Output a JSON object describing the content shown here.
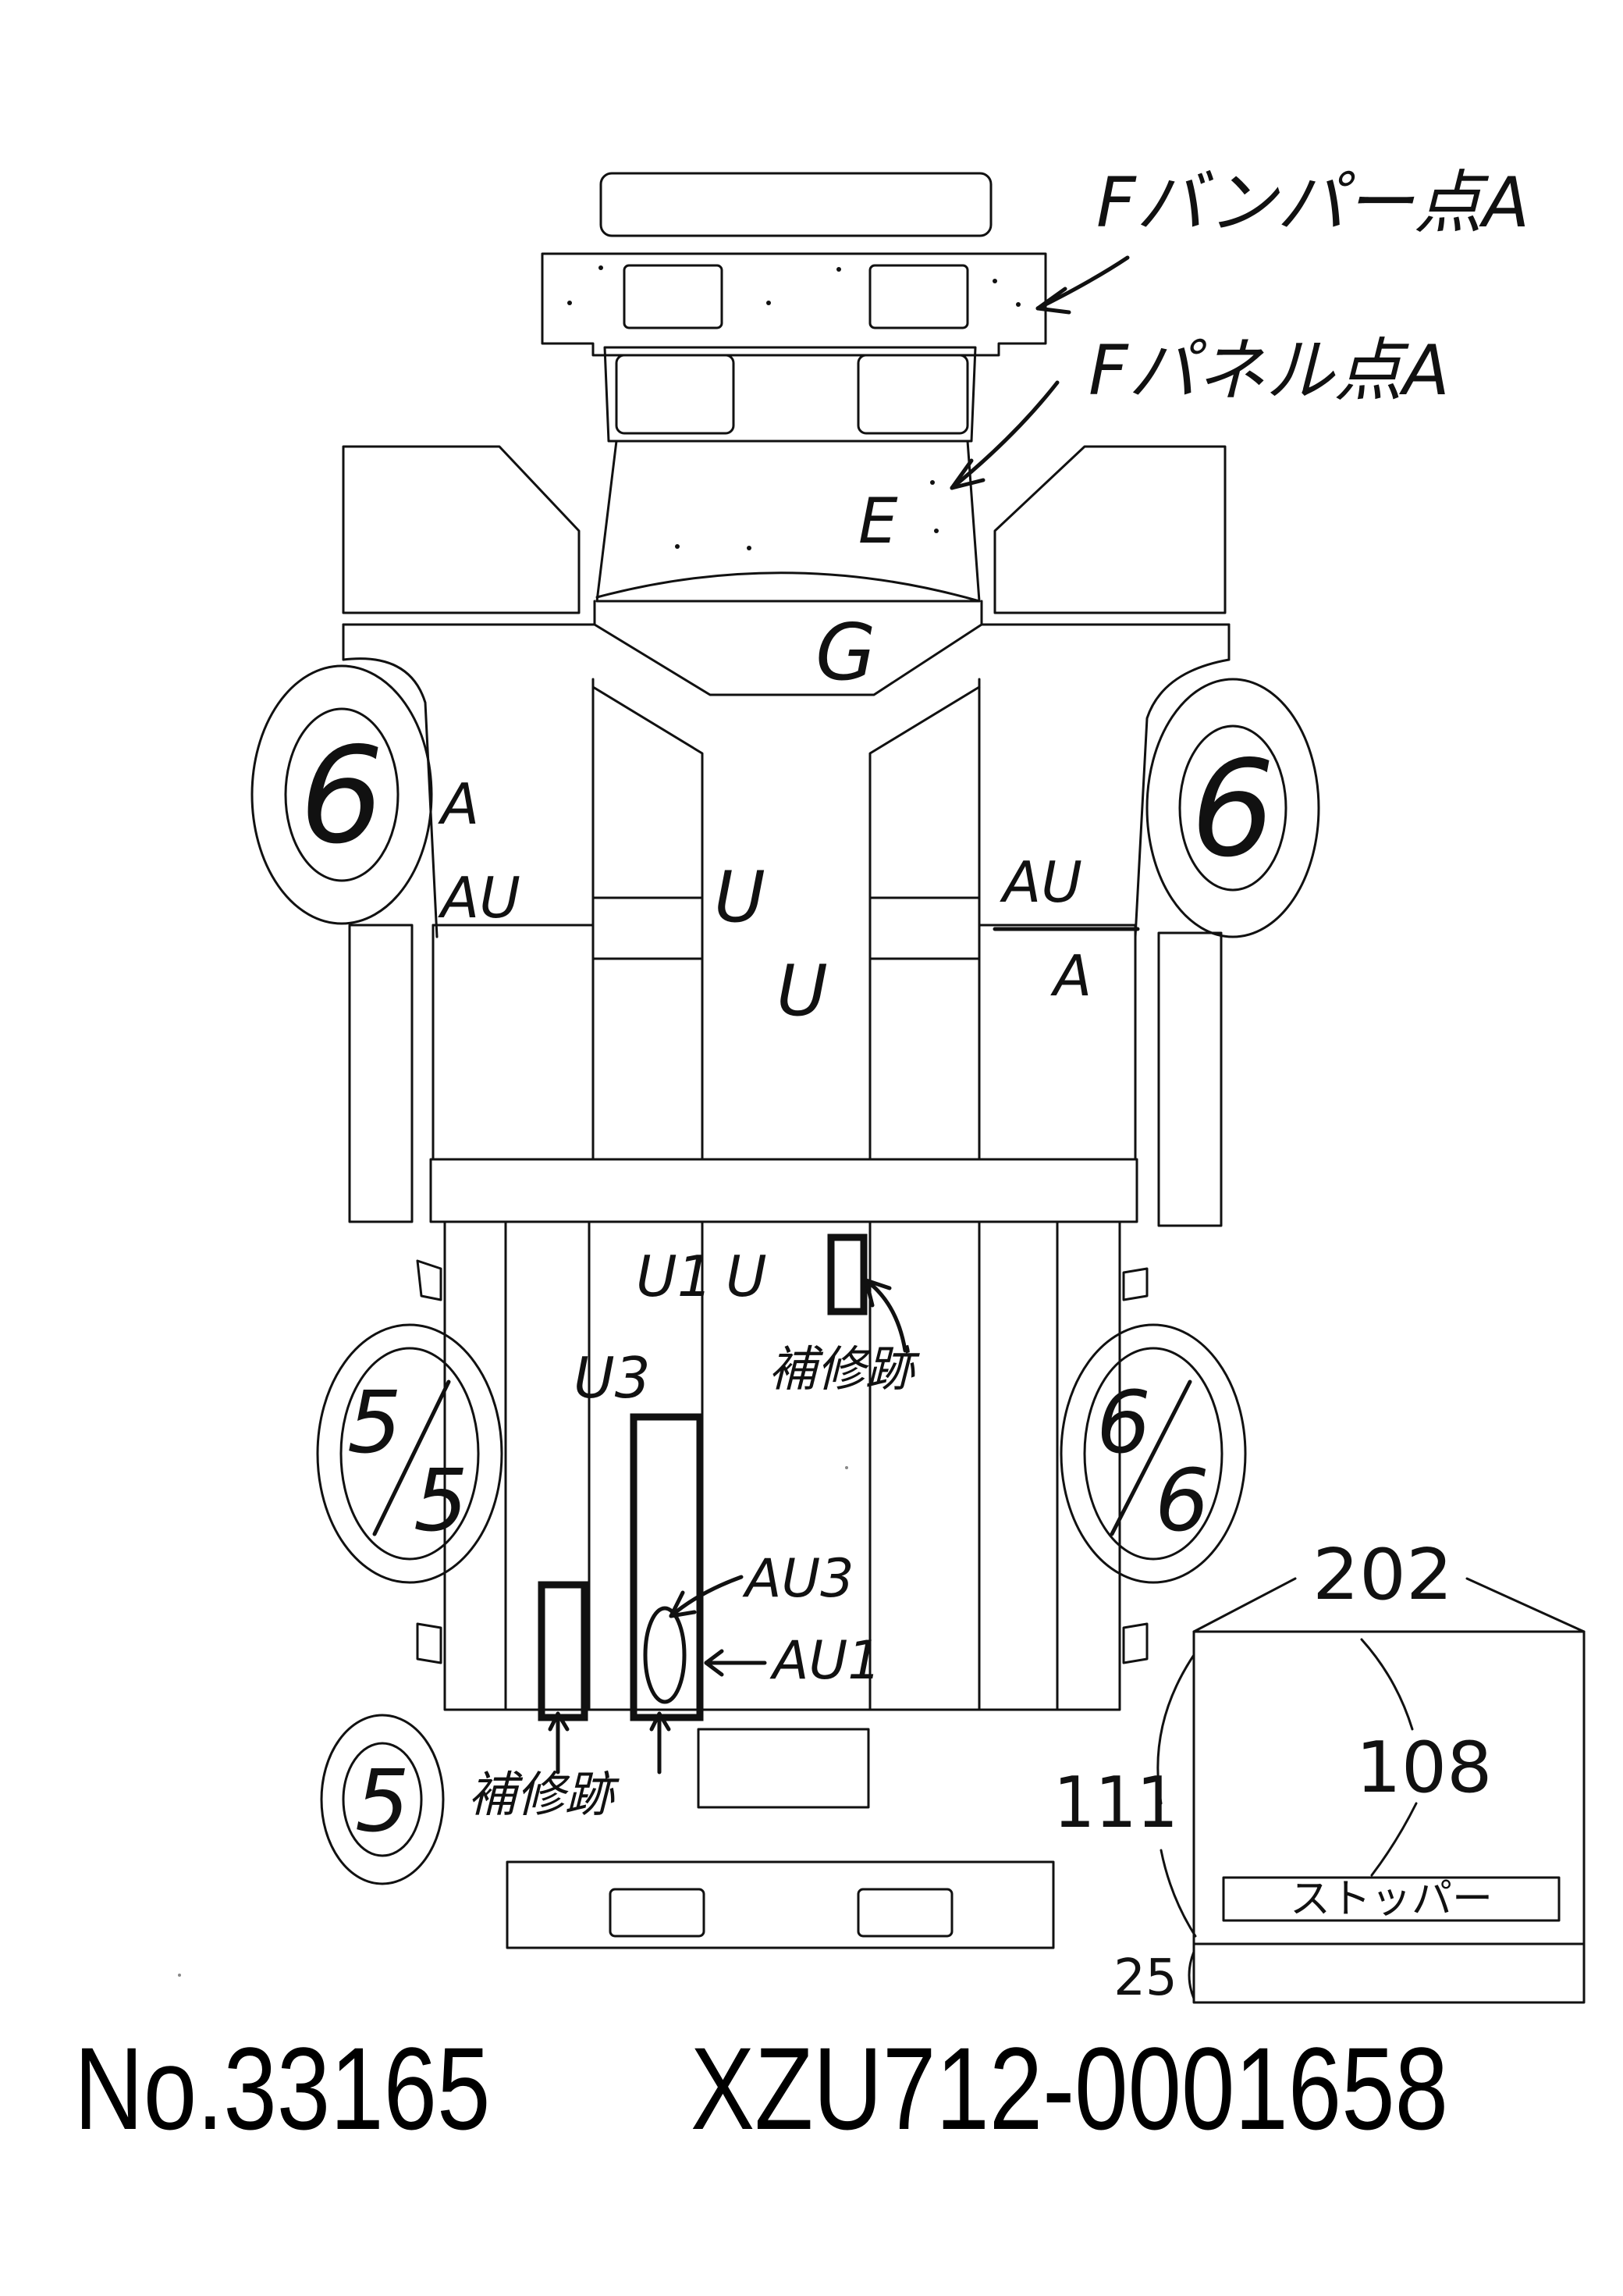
{
  "annotations": {
    "front_bumper": "Fバンパー点A",
    "front_panel": "Fパネル点A",
    "cab_front": "E",
    "windshield": "G",
    "left_front_a": "A",
    "left_front_au": "AU",
    "right_front_au": "AU",
    "right_front_a": "A",
    "floor_u_1": "U",
    "floor_u_2": "U",
    "bed_u1": "U1",
    "bed_u": "U",
    "bed_u3": "U3",
    "bed_repair_right": "補修跡",
    "bed_repair_left": "補修跡",
    "bed_au3": "AU3",
    "bed_au1": "AU1"
  },
  "tires": {
    "front_left": "6",
    "front_right": "6",
    "rear_left_top": "5",
    "rear_left_bottom": "5",
    "rear_right_top": "6",
    "rear_right_bottom": "6",
    "spare": "5"
  },
  "dimensions": {
    "top": "202",
    "middle": "108",
    "left": "111",
    "bottom": "25",
    "stopper_label": "ストッパー"
  },
  "footer": {
    "number": "No.33165",
    "chassis": "XZU712-0001658"
  }
}
